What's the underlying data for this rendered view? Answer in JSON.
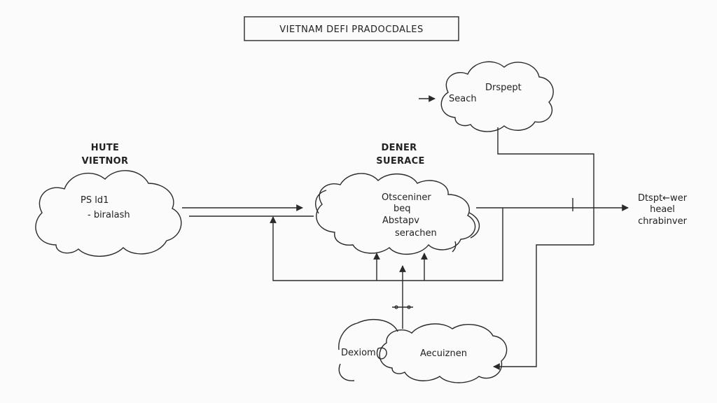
{
  "title": "VIETNAM DEFI PRADOCDALES",
  "left_node": {
    "heading": [
      "HUTE",
      "VIETNOR"
    ],
    "text": [
      "PS ld1",
      "- biralash"
    ]
  },
  "center_node": {
    "heading": [
      "DENER",
      "SUERACE"
    ],
    "text": [
      "Otsceniner",
      "beq",
      "Abstapv",
      "serachen"
    ]
  },
  "top_node": {
    "text_left": "Seach",
    "text_right": "Drspept"
  },
  "bottom_node": {
    "text_left": "Dexiom",
    "text_right": "Aecuiznen"
  },
  "output_label": [
    "Dtspt←wer",
    "heael",
    "chrabinver"
  ]
}
